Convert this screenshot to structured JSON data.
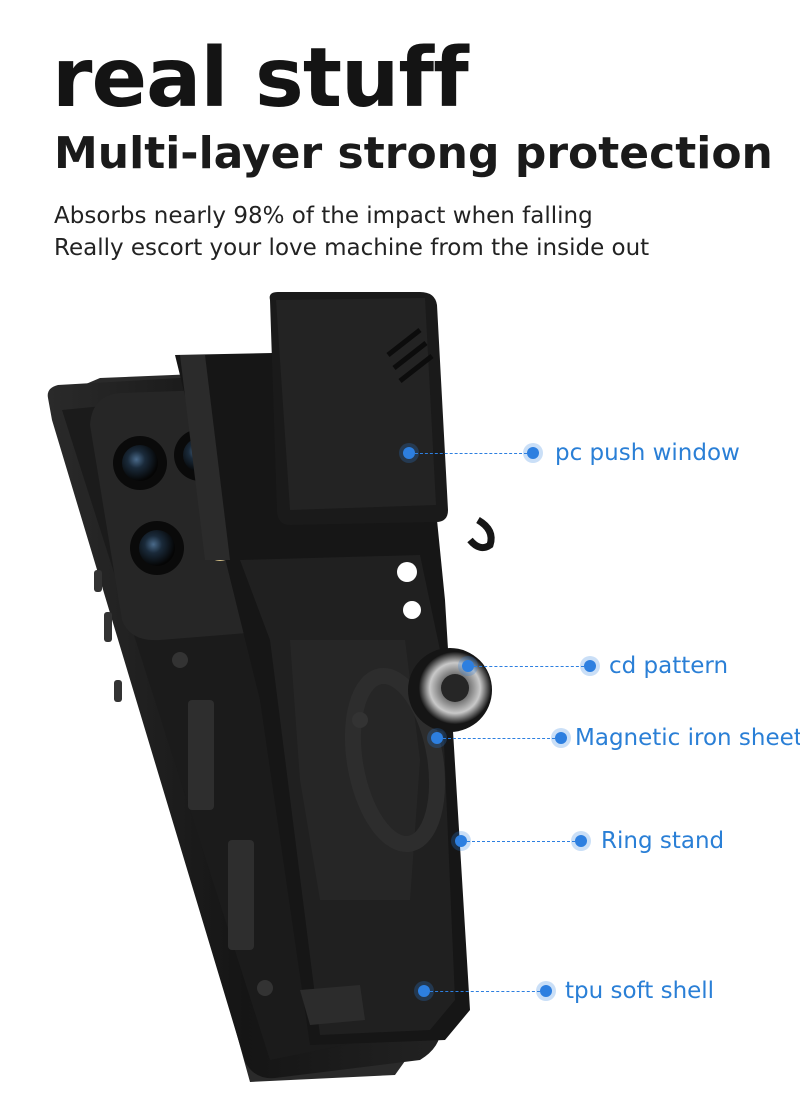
{
  "header": {
    "headline": "real stuff",
    "subheadline": "Multi-layer strong protection",
    "description": [
      "Absorbs nearly 98% of the impact when falling",
      "Really escort your love machine from the inside out"
    ]
  },
  "callouts": [
    {
      "id": "pc-push-window",
      "label": "pc push window"
    },
    {
      "id": "cd-pattern",
      "label": "cd pattern"
    },
    {
      "id": "magnetic-iron-sheet",
      "label": "Magnetic iron sheet"
    },
    {
      "id": "ring-stand",
      "label": "Ring stand"
    },
    {
      "id": "tpu-soft-shell",
      "label": "tpu soft shell"
    }
  ],
  "colors": {
    "text": "#141414",
    "accent": "#2d7fe0",
    "product": "#1c1c1c"
  }
}
